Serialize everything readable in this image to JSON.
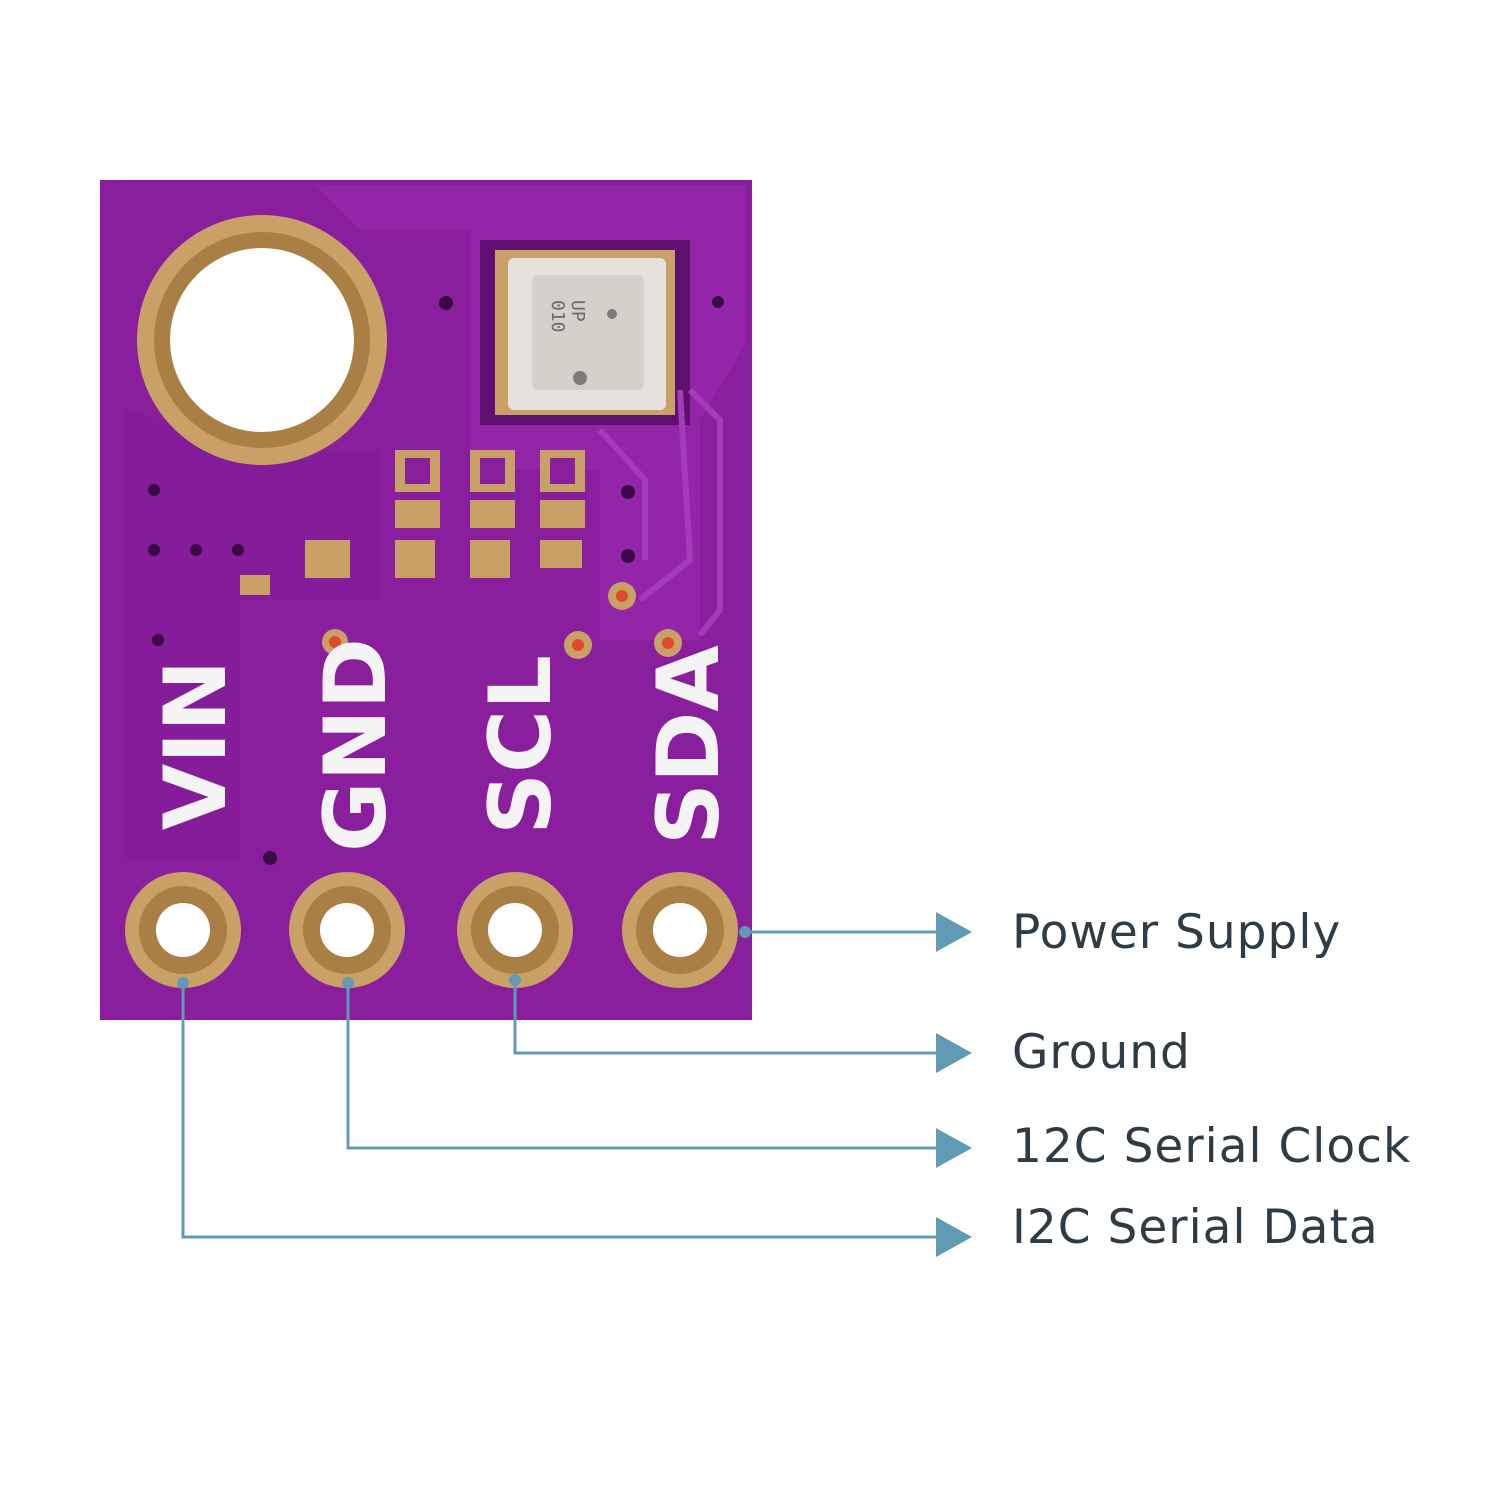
{
  "board": {
    "pin_labels": [
      "VIN",
      "GND",
      "SCL",
      "SDA"
    ],
    "chip_marking": [
      "010",
      "UP"
    ]
  },
  "callouts": [
    {
      "label": "Power Supply",
      "pin": "SDA"
    },
    {
      "label": "Ground",
      "pin": "SCL"
    },
    {
      "label": "12C Serial Clock",
      "pin": "GND"
    },
    {
      "label": "I2C Serial Data",
      "pin": "VIN"
    }
  ],
  "colors": {
    "pcb": "#8a1f9e",
    "pcb_dark": "#6f1580",
    "copper": "#c9a167",
    "copper_dark": "#a97f45",
    "leader": "#5f9bb4",
    "text": "#2f3c46"
  }
}
